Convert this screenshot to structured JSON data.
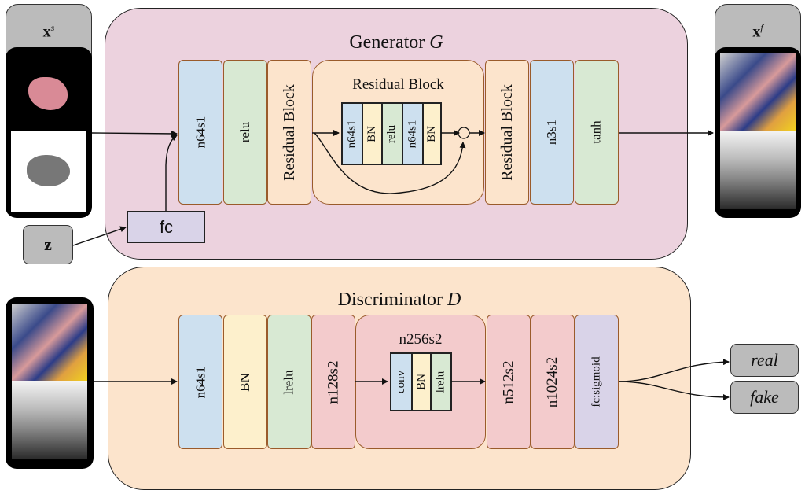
{
  "inputs": {
    "xs_label": "x",
    "xs_sup": "s",
    "xf_label": "x",
    "xf_sup": "f",
    "z_label": "z"
  },
  "generator": {
    "title": "Generator ",
    "title_var": "G",
    "fc_label": "fc",
    "layers": [
      "n64s1",
      "relu",
      "Residual Block"
    ],
    "residual_block": {
      "title": "Residual Block",
      "cells": [
        "n64s1",
        "BN",
        "relu",
        "n64s1",
        "BN"
      ],
      "sum_symbol": "⊕"
    },
    "layers_after": [
      "Residual Block",
      "n3s1",
      "tanh"
    ]
  },
  "discriminator": {
    "title": "Discriminator ",
    "title_var": "D",
    "layers": [
      "n64s1",
      "BN",
      "lrelu",
      "n128s2"
    ],
    "group": {
      "title": "n256s2",
      "cells": [
        "conv",
        "BN",
        "lrelu"
      ]
    },
    "layers_after": [
      "n512s2",
      "n1024s2",
      "fc:sigmoid"
    ],
    "outputs": [
      "real",
      "fake"
    ]
  },
  "colors": {
    "generator_bg": "#ecd2de",
    "discriminator_bg": "#fce4cc",
    "conv_blue": "#cde0ef",
    "act_green": "#d8e9d3",
    "bn_yellow": "#fdf0cc",
    "res_peach": "#fce4cc",
    "stride_pink": "#f3cbcc",
    "fc_lavender": "#d9d3e8",
    "label_gray": "#bbbbbb"
  }
}
